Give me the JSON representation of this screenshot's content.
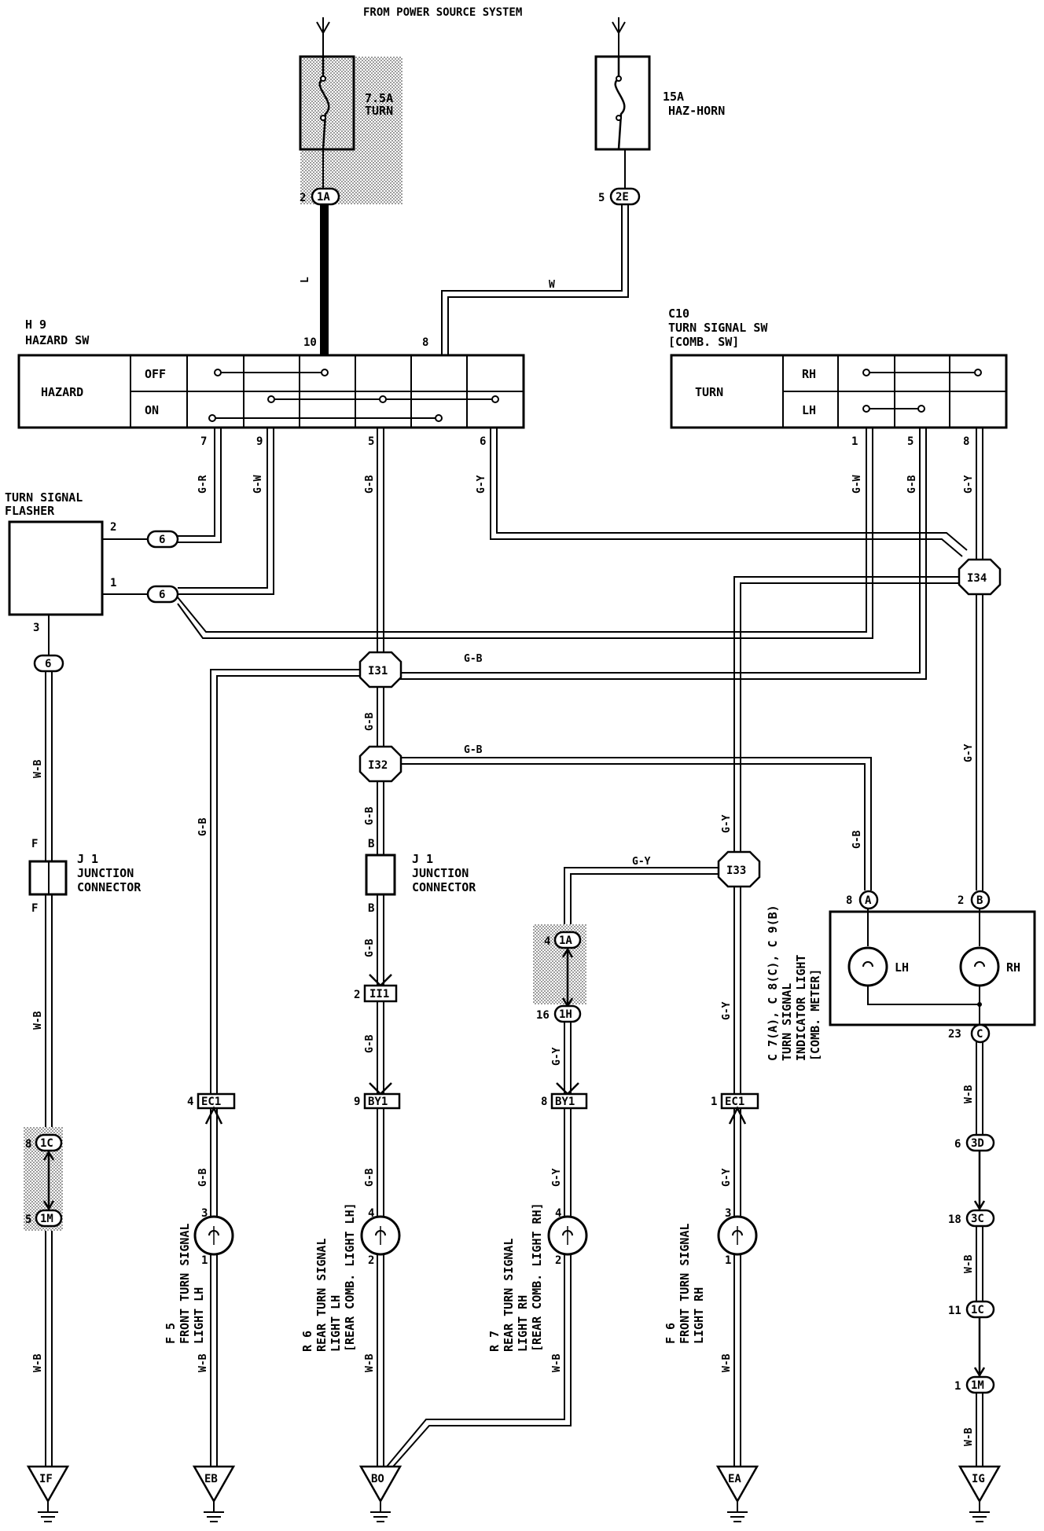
{
  "header": {
    "title": "FROM POWER SOURCE SYSTEM"
  },
  "fuses": [
    {
      "rating": "7.5A",
      "name": "TURN"
    },
    {
      "rating": "15A",
      "name": "HAZ-HORN"
    }
  ],
  "connectors": {
    "c1a_top": {
      "pin": "2",
      "id": "1A"
    },
    "c2e": {
      "pin": "5",
      "id": "2E"
    },
    "flasher_2": {
      "pin": "2",
      "id": "6"
    },
    "flasher_1": {
      "pin": "1",
      "id": "6"
    },
    "flasher_3": {
      "pin": "3",
      "id": "6"
    },
    "j1_left_top": "F",
    "j1_left_bot": "F",
    "j1_mid_top": "B",
    "j1_mid_bot": "B",
    "c1c_left": {
      "pin": "8",
      "id": "1C"
    },
    "c1m_left": {
      "pin": "5",
      "id": "1M"
    },
    "ii1": {
      "pin": "2",
      "id": "II1"
    },
    "c1a_mid": {
      "pin": "4",
      "id": "1A"
    },
    "c1h": {
      "pin": "16",
      "id": "1H"
    },
    "ec1_left": {
      "pin": "4",
      "id": "EC1"
    },
    "by1_left": {
      "pin": "9",
      "id": "BY1"
    },
    "by1_right": {
      "pin": "8",
      "id": "BY1"
    },
    "ec1_right": {
      "pin": "1",
      "id": "EC1"
    },
    "ind_a": {
      "pin": "8",
      "id": "A"
    },
    "ind_b": {
      "pin": "2",
      "id": "B"
    },
    "ind_c": {
      "pin": "23",
      "id": "C"
    },
    "c3d": {
      "pin": "6",
      "id": "3D"
    },
    "c3c": {
      "pin": "18",
      "id": "3C"
    },
    "c1c_right": {
      "pin": "11",
      "id": "1C"
    },
    "c1m_right": {
      "pin": "1",
      "id": "1M"
    }
  },
  "junctions": [
    "I31",
    "I32",
    "I33",
    "I34"
  ],
  "hazard_sw": {
    "code": "H 9",
    "name": "HAZARD SW",
    "function": "HAZARD",
    "positions": [
      "OFF",
      "ON"
    ],
    "pins_top": [
      "10",
      "8"
    ],
    "pins_bottom": [
      "7",
      "9",
      "5",
      "6"
    ]
  },
  "turn_sw": {
    "code": "C10",
    "name": "TURN SIGNAL SW",
    "sub": "[COMB. SW]",
    "function": "TURN",
    "positions": [
      "RH",
      "LH"
    ],
    "pins_bottom": [
      "1",
      "5",
      "8"
    ]
  },
  "flasher": {
    "line1": "TURN SIGNAL",
    "line2": "FLASHER"
  },
  "junction_connector": {
    "code": "J 1",
    "line1": "JUNCTION",
    "line2": "CONNECTOR"
  },
  "wires": {
    "L": "L",
    "W": "W",
    "G_R": "G-R",
    "G_W": "G-W",
    "G_B": "G-B",
    "G_Y": "G-Y",
    "W_B": "W-B"
  },
  "lamps": {
    "f5": {
      "code": "F 5",
      "l1": "FRONT TURN SIGNAL",
      "l2": "LIGHT LH",
      "l3": "",
      "pin_top": "3",
      "pin_bot": "1"
    },
    "r6": {
      "code": "R 6",
      "l1": "REAR TURN SIGNAL",
      "l2": "LIGHT LH",
      "l3": "[REAR COMB. LIGHT LH]",
      "pin_top": "4",
      "pin_bot": "2"
    },
    "r7": {
      "code": "R 7",
      "l1": "REAR TURN SIGNAL",
      "l2": "LIGHT RH",
      "l3": "[REAR COMB. LIGHT RH]",
      "pin_top": "4",
      "pin_bot": "2"
    },
    "f6": {
      "code": "F 6",
      "l1": "FRONT TURN SIGNAL",
      "l2": "LIGHT RH",
      "l3": "",
      "pin_top": "3",
      "pin_bot": "1"
    }
  },
  "indicator": {
    "codes": "C 7(A), C 8(C), C 9(B)",
    "l1": "TURN SIGNAL",
    "l2": "INDICATOR LIGHT",
    "l3": "[COMB. METER]",
    "lh": "LH",
    "rh": "RH"
  },
  "grounds": [
    "IF",
    "EB",
    "BO",
    "EA",
    "IG"
  ]
}
